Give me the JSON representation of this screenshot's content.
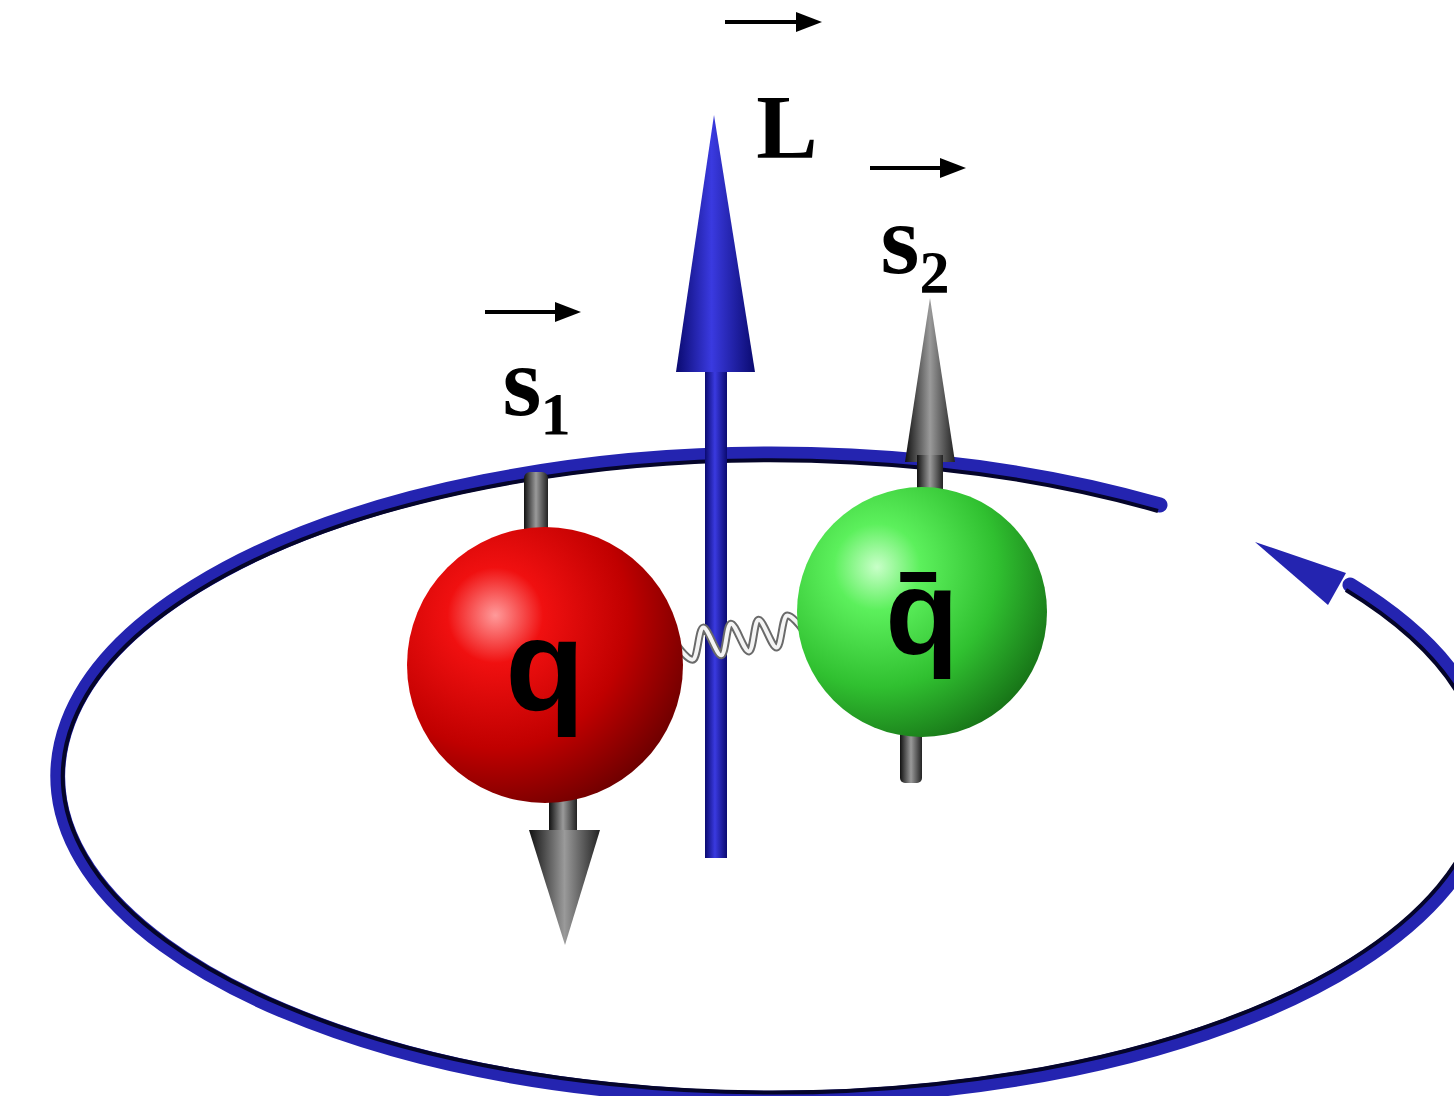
{
  "diagram": {
    "nodes": [
      {
        "text": [
          "q"
        ]
      },
      {
        "text": [
          "q̄"
        ]
      }
    ],
    "edges": [
      {
        "from": 0,
        "to": 1,
        "arrow": "none"
      }
    ],
    "labels": [
      "L",
      "s₁",
      "s₂"
    ]
  }
}
